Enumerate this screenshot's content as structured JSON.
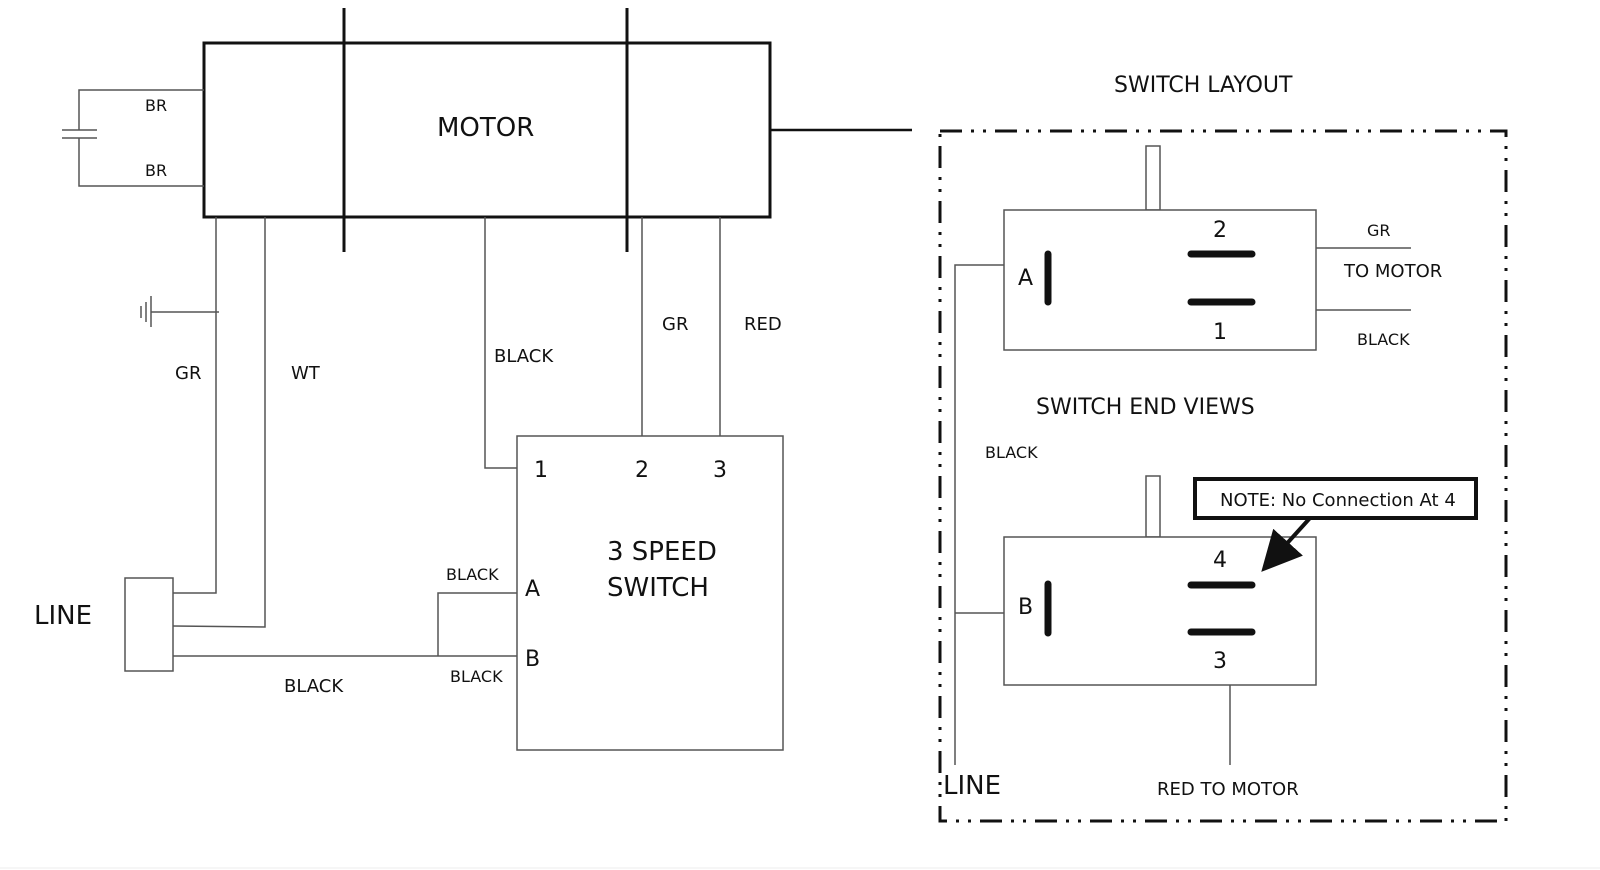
{
  "motor": {
    "label": "MOTOR",
    "capacitor_leads": [
      "BR",
      "BR"
    ]
  },
  "wires": {
    "ground_green": "GR",
    "white": "WT",
    "black_to_1": "BLACK",
    "green_to_2": "GR",
    "red_to_3": "RED",
    "black_line": "BLACK",
    "black_to_A": "BLACK",
    "black_to_B": "BLACK"
  },
  "line_plug": {
    "label": "LINE"
  },
  "speed_switch": {
    "title_line1": "3 SPEED",
    "title_line2": "SWITCH",
    "terminals_top": [
      "1",
      "2",
      "3"
    ],
    "terminals_left": [
      "A",
      "B"
    ]
  },
  "switch_layout": {
    "title": "SWITCH LAYOUT",
    "end_views_title": "SWITCH END VIEWS",
    "top_view": {
      "pole": "A",
      "contact_upper": "2",
      "contact_lower": "1",
      "wire_upper": "GR",
      "wire_middle": "TO MOTOR",
      "wire_lower": "BLACK"
    },
    "bottom_view": {
      "pole": "B",
      "contact_upper": "4",
      "contact_lower": "3",
      "wire_bottom": "RED TO MOTOR"
    },
    "black_label": "BLACK",
    "line_label": "LINE",
    "note": "NOTE: No Connection At 4"
  }
}
